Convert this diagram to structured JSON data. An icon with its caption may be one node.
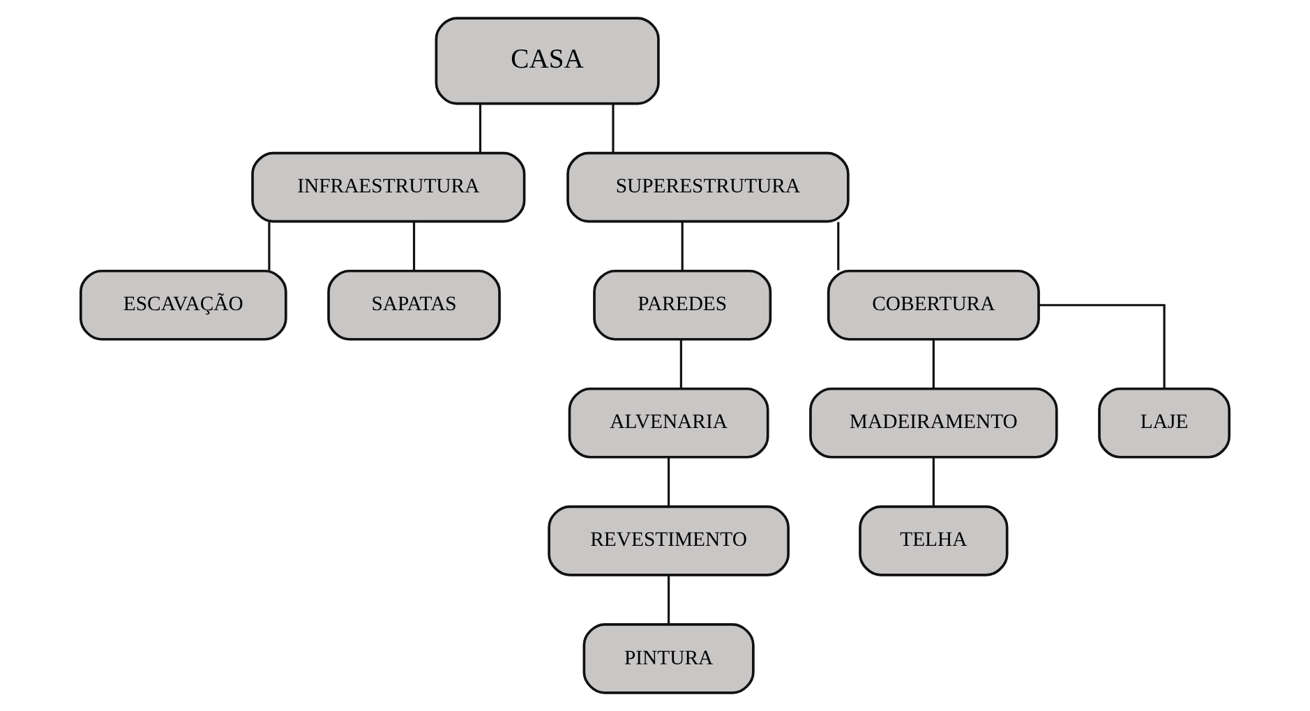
{
  "diagram": {
    "nodes": [
      {
        "text": [
          "CASA"
        ]
      },
      {
        "text": [
          "INFRAESTRUTURA"
        ]
      },
      {
        "text": [
          "SUPERESTRUTURA"
        ]
      },
      {
        "text": [
          "ESCAVAÇÃO"
        ]
      },
      {
        "text": [
          "SAPATAS"
        ]
      },
      {
        "text": [
          "PAREDES"
        ]
      },
      {
        "text": [
          "COBERTURA"
        ]
      },
      {
        "text": [
          "ALVENARIA"
        ]
      },
      {
        "text": [
          "REVESTIMENTO"
        ]
      },
      {
        "text": [
          "PINTURA"
        ]
      },
      {
        "text": [
          "MADEIRAMENTO"
        ]
      },
      {
        "text": [
          "LAJE"
        ]
      },
      {
        "text": [
          "TELHA"
        ]
      }
    ],
    "edges": [
      {
        "from": 0,
        "to": 1,
        "arrow": "none"
      },
      {
        "from": 0,
        "to": 2,
        "arrow": "none"
      },
      {
        "from": 1,
        "to": 3,
        "arrow": "none"
      },
      {
        "from": 1,
        "to": 4,
        "arrow": "none"
      },
      {
        "from": 2,
        "to": 5,
        "arrow": "none"
      },
      {
        "from": 2,
        "to": 6,
        "arrow": "none"
      },
      {
        "from": 5,
        "to": 7,
        "arrow": "none"
      },
      {
        "from": 7,
        "to": 8,
        "arrow": "none"
      },
      {
        "from": 8,
        "to": 9,
        "arrow": "none"
      },
      {
        "from": 6,
        "to": 10,
        "arrow": "none"
      },
      {
        "from": 6,
        "to": 11,
        "arrow": "none"
      },
      {
        "from": 10,
        "to": 12,
        "arrow": "none"
      }
    ]
  }
}
